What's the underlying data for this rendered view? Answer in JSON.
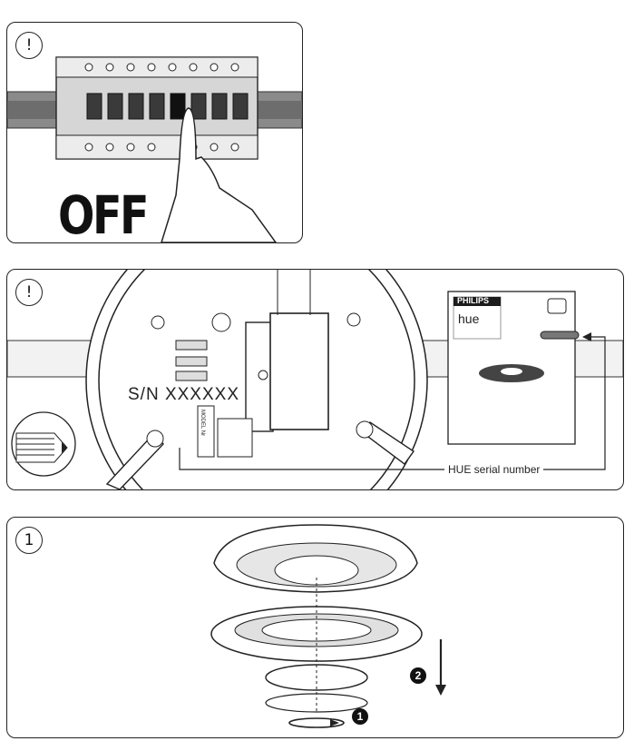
{
  "panel1": {
    "badge": "!",
    "caption": "OFF"
  },
  "panel2": {
    "badge": "!",
    "serial_plate": "S/N XXXXXX",
    "model_plate": "MODEL Nr",
    "manual_brand": "PHILIPS",
    "manual_logo": "hue",
    "callout": "HUE serial number"
  },
  "panel3": {
    "badge": "1",
    "step1": "1",
    "step2": "2"
  }
}
